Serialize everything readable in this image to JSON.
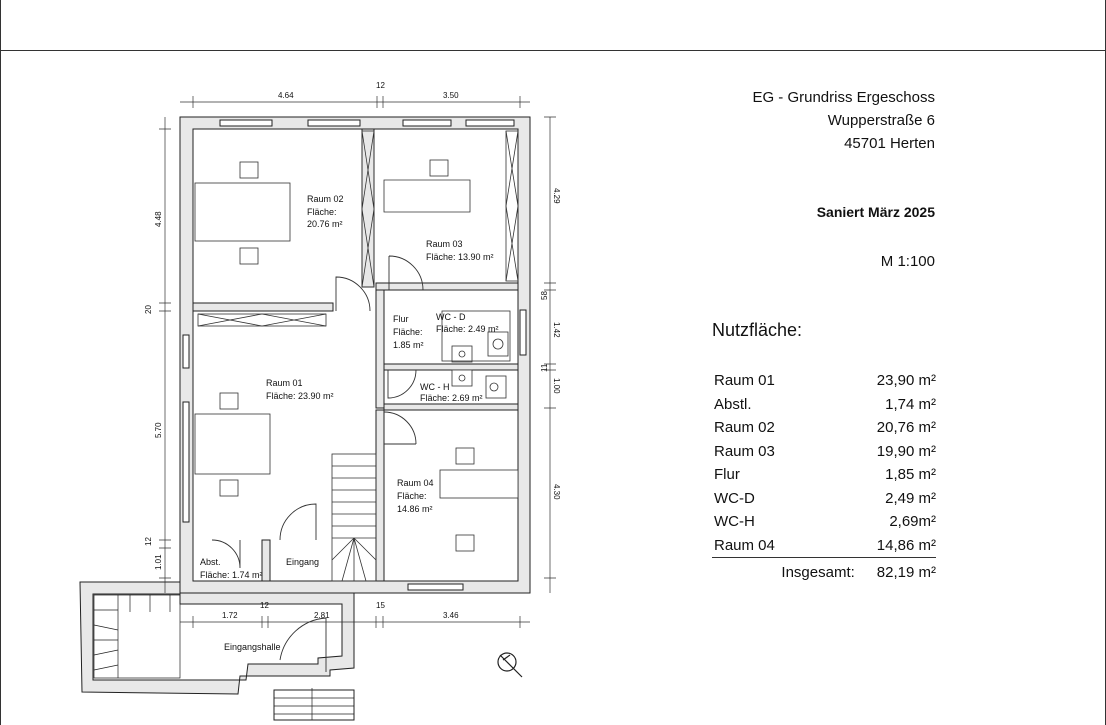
{
  "header": {
    "title": "EG - Grundriss Ergeschoss",
    "street": "Wupperstraße 6",
    "city": "45701 Herten",
    "renovated": "Saniert  März 2025",
    "scale": "M 1:100"
  },
  "rooms": [
    {
      "name": "Raum 02",
      "area": "Fläche:",
      "area2": "20.76 m²"
    },
    {
      "name": "Raum 03",
      "area": "Fläche: 13.90 m²"
    },
    {
      "name": "Flur",
      "area": "Fläche:",
      "area2": "1.85 m²"
    },
    {
      "name": "WC - D",
      "area": "Fläche: 2.49 m²"
    },
    {
      "name": "Raum 01",
      "area": "Fläche: 23.90 m²"
    },
    {
      "name": "WC - H",
      "area": "Fläche: 2.69 m²"
    },
    {
      "name": "Raum 04",
      "area": "Fläche:",
      "area2": "14.86 m²"
    },
    {
      "name": "Abst.",
      "area": "Fläche: 1.74 m²"
    },
    {
      "name": "Eingang",
      "area": ""
    },
    {
      "name": "Eingangshalle",
      "area": ""
    }
  ],
  "dimensions": {
    "top": [
      "4.64",
      "12",
      "3.50"
    ],
    "bottom": [
      "1.72",
      "12",
      "2.81",
      "15",
      "3.46"
    ],
    "left": [
      "4.48",
      "20",
      "5.70",
      "12",
      "1.01"
    ],
    "right": [
      "4.29",
      "58",
      "1.42",
      "11",
      "1.00",
      "4.30"
    ]
  },
  "area_summary": {
    "title": "Nutzfläche:",
    "rows": [
      {
        "label": "Raum 01",
        "value": "23,90 m²"
      },
      {
        "label": "Abstl.",
        "value": "1,74 m²"
      },
      {
        "label": "Raum 02",
        "value": "20,76 m²"
      },
      {
        "label": "Raum 03",
        "value": "19,90 m²"
      },
      {
        "label": "Flur",
        "value": "1,85 m²"
      },
      {
        "label": "WC-D",
        "value": "2,49 m²"
      },
      {
        "label": "WC-H",
        "value": "2,69m²"
      },
      {
        "label": "Raum 04",
        "value": "14,86 m²"
      }
    ],
    "total_label": "Insgesamt:",
    "total_value": "82,19 m²"
  }
}
